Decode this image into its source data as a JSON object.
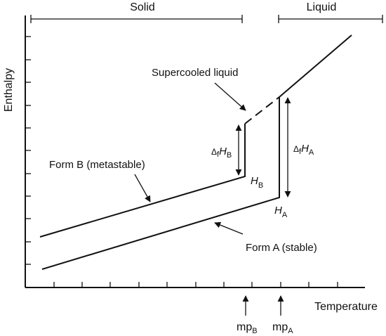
{
  "axes": {
    "y_label": "Enthalpy",
    "x_label": "Temperature"
  },
  "regions": {
    "solid": "Solid",
    "liquid": "Liquid"
  },
  "labels": {
    "supercooled": "Supercooled liquid",
    "form_b": "Form B (metastable)",
    "form_a": "Form A (stable)",
    "h_b": {
      "main": "H",
      "sub": "B"
    },
    "h_a": {
      "main": "H",
      "sub": "A"
    },
    "dfh_b": {
      "delta": "Δ",
      "f": "f",
      "main": "H",
      "sub": "B"
    },
    "dfh_a": {
      "delta": "Δ",
      "f": "f",
      "main": "H",
      "sub": "A"
    },
    "mp_b": {
      "main": "mp",
      "sub": "B"
    },
    "mp_a": {
      "main": "mp",
      "sub": "A"
    }
  }
}
